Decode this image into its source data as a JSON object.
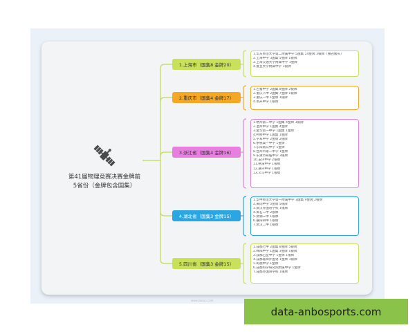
{
  "center": {
    "title_line1": "第41届物理竞赛决赛金牌前",
    "title_line2": "5省份（金牌包含国集）",
    "icon": "satellite-icon"
  },
  "provinces": [
    {
      "label": "1.上海市（国集8 金牌20）",
      "color": "#c8e15a",
      "items": [
        "1.华东师范大学第二附属中学 5国集 14金牌 3银牌（独占鳌头）",
        "2.上海中学 3国集 5金牌 1银牌",
        "3.上海交通大学附属中学 1金牌",
        "4.复旦大学附属中学 1银牌"
      ]
    },
    {
      "label": "2.重庆市（国集4 金牌17）",
      "color": "#f4a825",
      "items": [
        "1.巴蜀中学 2国集 8金牌 2银牌",
        "2.重庆八中 2国集 7金牌 1银牌",
        "3.重庆一中 1金牌 1银牌",
        "4.南开中学 1银牌"
      ]
    },
    {
      "label": "3.浙江省（国集4 金牌16）",
      "color": "#e87fe0",
      "items": [
        "1.杭州第二中学 1国集 4金牌 3银牌",
        "2.温州中学 1国集 4金牌",
        "3.金华第一中学 1国集 1金牌",
        "4.柯桥中学 1国集 1金牌",
        "5.学军中学 2金牌 2银牌",
        "6.余杭高一中学 1金牌",
        "7.东阳南马中学 1金牌",
        "8.台州市第一中学 1金牌",
        "9.乐清市知临中学 3银牌",
        "10.玉环中学 2银牌",
        "11.慈溪中学 1银牌",
        "12.嘉兴中学 1银牌",
        "13.义乌中学 1银牌"
      ]
    },
    {
      "label": "4.湖北省（国集3 金牌15）",
      "color": "#2aa7e2",
      "items": [
        "1.华中师范大学第一附属中学 3国集 9金牌 2银牌",
        "2.黄冈中学 5金牌 5银牌",
        "3.武汉外国语学校 1银牌",
        "4.黄石二中 2银牌",
        "5.武钢三中 1银牌",
        "6.襄阳四中 1银牌",
        "7.武汉二中 1银牌"
      ]
    },
    {
      "label": "5.四川省（国集3 金牌15）",
      "color": "#c8e15a",
      "items": [
        "1.成都七中 2国集 8金牌 5银牌",
        "2.绵阳中学 1国集 3金牌 1银牌",
        "3.成都石室中学 1金牌 1银牌",
        "4.成都嘉祥外国语 1金牌 1银牌",
        "5.树德中学 1金牌",
        "6.成都科学研究院附属中学 1金牌",
        "7.成都外国语学校 1银牌"
      ]
    }
  ],
  "branch_color": "#b9dc55",
  "badge_text": "data-anbosports.com",
  "watermark": "www.jiaoyu.com"
}
